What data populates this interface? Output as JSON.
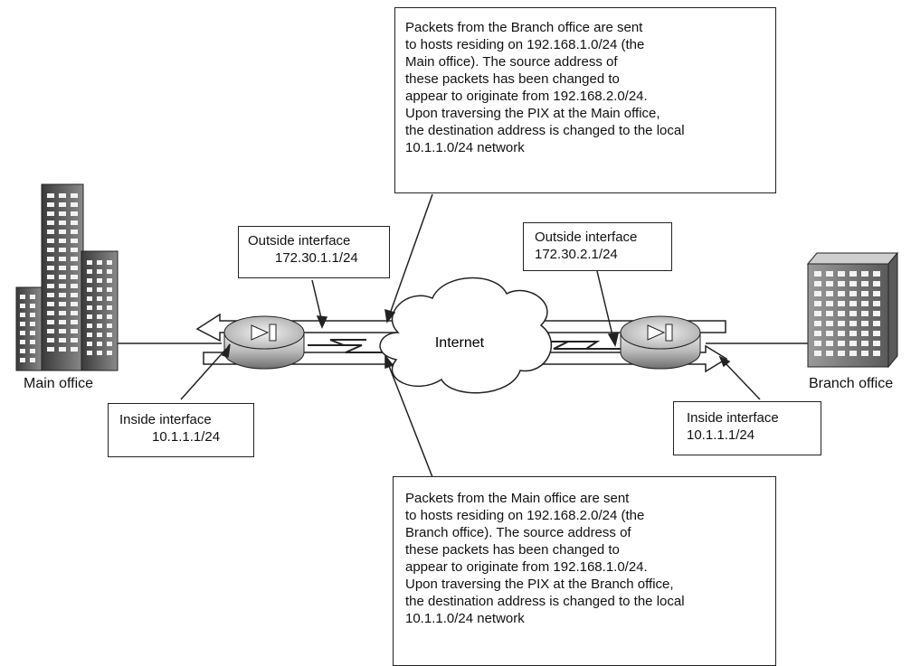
{
  "sites": {
    "main": {
      "label": "Main office"
    },
    "branch": {
      "label": "Branch office"
    }
  },
  "cloud": {
    "label": "Internet"
  },
  "callouts": {
    "main_outside": {
      "lines": [
        "Outside interface",
        "172.30.1.1/24"
      ]
    },
    "main_inside": {
      "lines": [
        "Inside interface",
        "10.1.1.1/24"
      ]
    },
    "branch_outside": {
      "lines": [
        "Outside interface",
        "172.30.2.1/24"
      ]
    },
    "branch_inside": {
      "lines": [
        "Inside interface",
        "10.1.1.1/24"
      ]
    }
  },
  "notes": {
    "top": {
      "lines": [
        "Packets from the Branch office are sent",
        "to hosts residing on 192.168.1.0/24 (the",
        "Main office). The source address of",
        "these packets has been changed to",
        "appear to originate from 192.168.2.0/24.",
        "Upon traversing the PIX at the Main office,",
        "the destination address is changed to the local",
        "10.1.1.0/24 network"
      ]
    },
    "bottom": {
      "lines": [
        "Packets from the Main office are sent",
        "to hosts residing on 192.168.2.0/24 (the",
        "Branch office). The source address of",
        "these packets has been changed to",
        "appear to originate from 192.168.1.0/24.",
        "Upon traversing the PIX at the Branch office,",
        "the destination address is changed to the local",
        "10.1.1.0/24 network"
      ]
    }
  }
}
